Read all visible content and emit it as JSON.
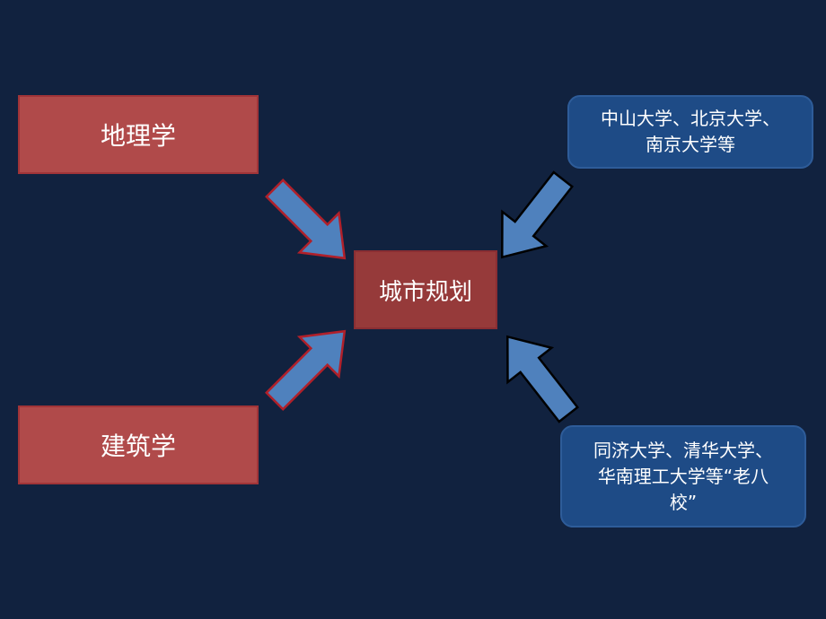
{
  "left_top_box": {
    "label": "地理学"
  },
  "left_bottom_box": {
    "label": "建筑学"
  },
  "center_box": {
    "label": "城市规划"
  },
  "right_top_box": {
    "lines": [
      "中山大学、北京大学、",
      "南京大学等"
    ]
  },
  "right_bottom_box": {
    "lines": [
      "同济大学、清华大学、",
      "华南理工大学等“老八",
      "校”"
    ]
  },
  "colors": {
    "background": "#11223f",
    "red_box": "#b04a4a",
    "center_box": "#963a3a",
    "blue_box": "#1e4b86",
    "arrow_fill": "#4f81bd"
  }
}
